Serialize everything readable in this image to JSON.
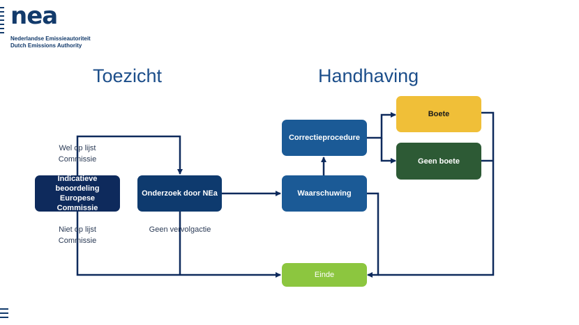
{
  "logo": {
    "word": "nea",
    "line1": "Nederlandse Emissieautoriteit",
    "line2": "Dutch Emissions Authority"
  },
  "headings": {
    "toezicht": "Toezicht",
    "handhaving": "Handhaving"
  },
  "nodes": {
    "indicatieve": "Indicatieve beoordeling Europese Commissie",
    "onderzoek": "Onderzoek door NEa",
    "waarschuwing": "Waarschuwing",
    "correctie": "Correctieprocedure",
    "boete": "Boete",
    "geen_boete": "Geen boete",
    "einde": "Einde"
  },
  "edge_labels": {
    "wel_op_lijst": "Wel op lijst Commissie",
    "niet_op_lijst": "Niet op lijst Commissie",
    "geen_vervolgactie": "Geen vervolgactie"
  },
  "colors": {
    "navy": "#0e2a5c",
    "blue": "#1b5a96",
    "yellow": "#f0bf38",
    "green": "#2d5a35",
    "light_green": "#8cc63f",
    "connector": "#0e2a5c"
  }
}
